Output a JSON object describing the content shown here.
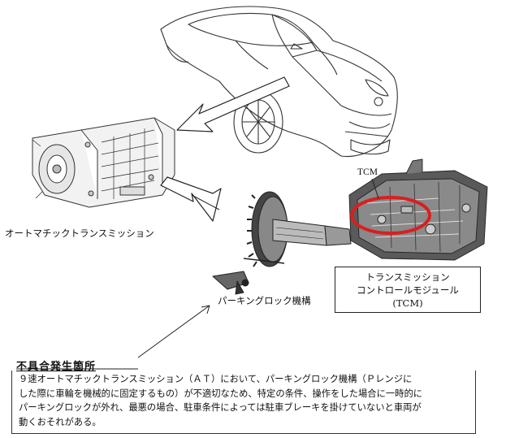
{
  "labels": {
    "transmission": "オートマチックトランスミッション",
    "parking_lock": "パーキングロック機構",
    "tcm_tag": "TCM",
    "tcm_box_line1": "トランスミッション",
    "tcm_box_line2": "コントロールモジュール",
    "tcm_box_line3": "(TCM)"
  },
  "defect": {
    "title": "不具合発生箇所",
    "lines": [
      "９速オートマチックトランスミッション（ＡＴ）において、パーキングロック機構（Ｐレンジに",
      "した際に車輪を機械的に固定するもの）が不適切なため、特定の条件、操作をした場合に一時的に",
      "パーキングロックが外れ、最悪の場合、駐車条件によっては駐車ブレーキを掛けていないと車両が",
      "動くおそれがある。"
    ]
  },
  "colors": {
    "highlight": "#d81f1f",
    "line": "#222222"
  }
}
